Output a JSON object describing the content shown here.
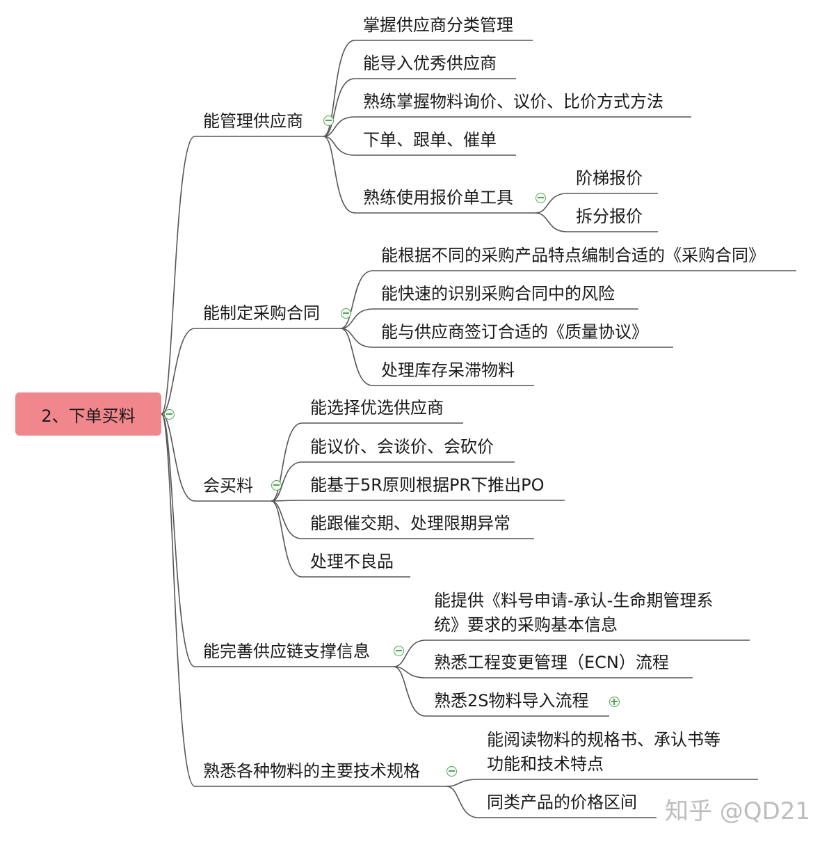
{
  "root": {
    "label": "2、下单买料"
  },
  "branches": [
    {
      "label": "能管理供应商",
      "children": [
        {
          "label": "掌握供应商分类管理"
        },
        {
          "label": "能导入优秀供应商"
        },
        {
          "label": "熟练掌握物料询价、议价、比价方式方法"
        },
        {
          "label": "下单、跟单、催单"
        },
        {
          "label": "熟练使用报价单工具",
          "children": [
            {
              "label": "阶梯报价"
            },
            {
              "label": "拆分报价"
            }
          ]
        }
      ]
    },
    {
      "label": "能制定采购合同",
      "children": [
        {
          "label": "能根据不同的采购产品特点编制合适的《采购合同》"
        },
        {
          "label": "能快速的识别采购合同中的风险"
        },
        {
          "label": "能与供应商签订合适的《质量协议》"
        },
        {
          "label": "处理库存呆滞物料"
        }
      ]
    },
    {
      "label": "会买料",
      "children": [
        {
          "label": "能选择优选供应商"
        },
        {
          "label": "能议价、会谈价、会砍价"
        },
        {
          "label": "能基于5R原则根据PR下推出PO"
        },
        {
          "label": "能跟催交期、处理限期异常"
        },
        {
          "label": "处理不良品"
        }
      ]
    },
    {
      "label": "能完善供应链支撑信息",
      "children": [
        {
          "label_line1": "能提供《料号申请-承认-生命期管理系",
          "label_line2": "统》要求的采购基本信息"
        },
        {
          "label": "熟悉工程变更管理（ECN）流程"
        },
        {
          "label": "熟悉2S物料导入流程"
        }
      ]
    },
    {
      "label": "熟悉各种物料的主要技术规格",
      "children": [
        {
          "label_line1": "能阅读物料的规格书、承认书等",
          "label_line2": "功能和技术特点"
        },
        {
          "label": "同类产品的价格区间"
        }
      ]
    }
  ],
  "watermark": "知乎 @QD21",
  "colors": {
    "root_fill": "#f0878c",
    "line": "#555555",
    "toggle": "#5aa05a"
  }
}
